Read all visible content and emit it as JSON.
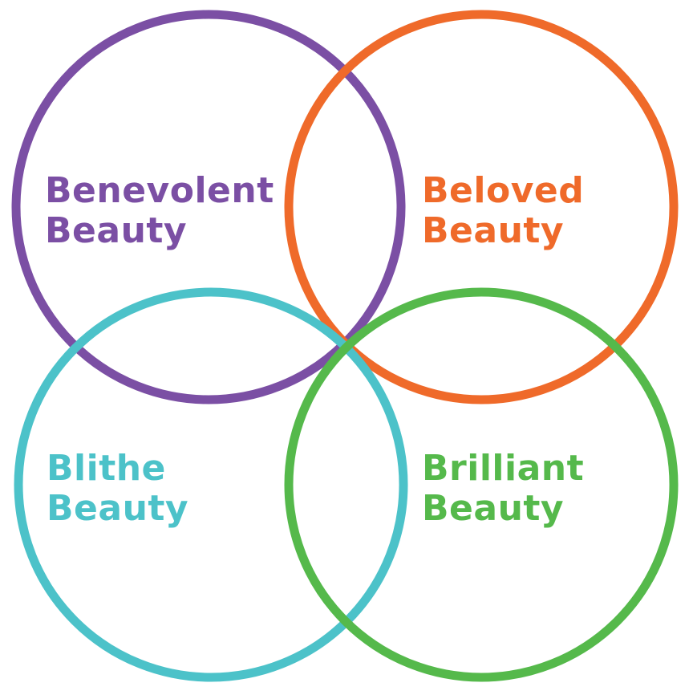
{
  "diagram": {
    "type": "four-circle overlap",
    "circles": [
      {
        "id": "benevolent",
        "color": "#7b4fa4",
        "label_lines": [
          "Benevolent",
          "Beauty"
        ]
      },
      {
        "id": "beloved",
        "color": "#ef6a2a",
        "label_lines": [
          "Beloved",
          "Beauty"
        ]
      },
      {
        "id": "blithe",
        "color": "#4cc2c9",
        "label_lines": [
          "Blithe",
          "Beauty"
        ]
      },
      {
        "id": "brilliant",
        "color": "#55b94b",
        "label_lines": [
          "Brilliant",
          "Beauty"
        ]
      }
    ]
  }
}
